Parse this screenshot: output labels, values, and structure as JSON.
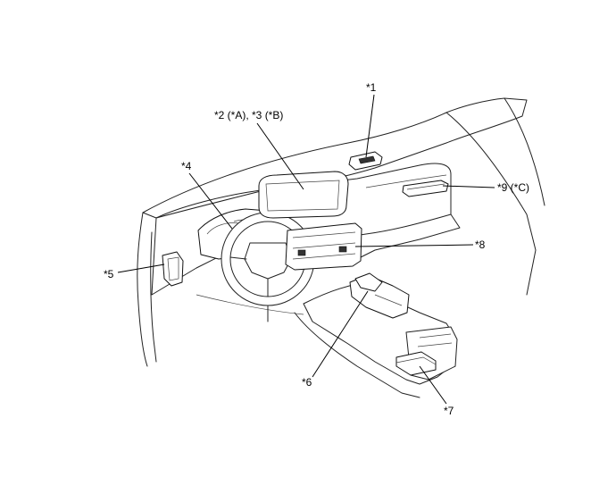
{
  "callouts": {
    "c1": "*1",
    "c2": "*2 (*A), *3 (*B)",
    "c4": "*4",
    "c5": "*5",
    "c6": "*6",
    "c7": "*7",
    "c8": "*8",
    "c9": "*9 (*C)"
  },
  "colors": {
    "line": "#222222",
    "background": "#ffffff"
  }
}
